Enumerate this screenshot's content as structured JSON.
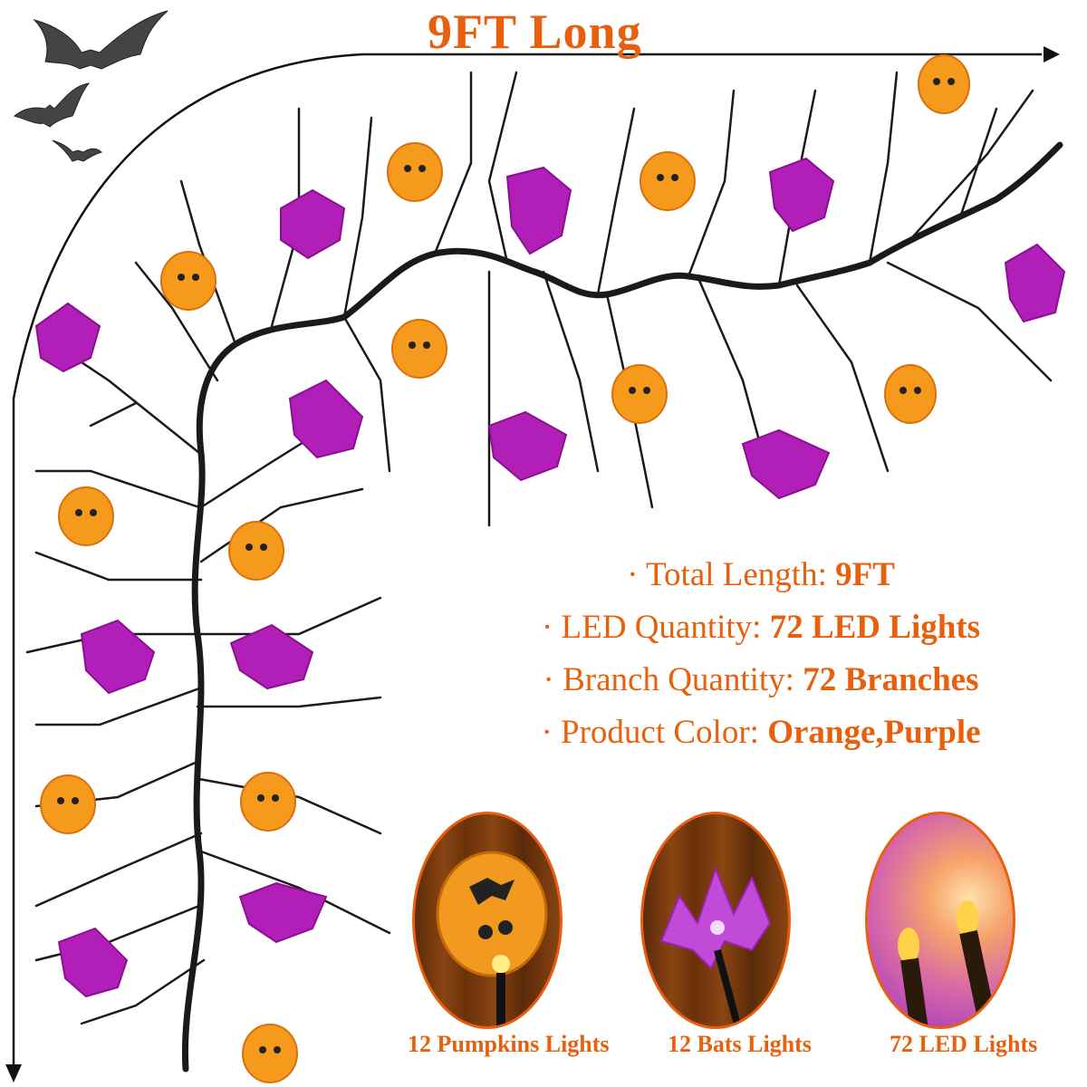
{
  "header": {
    "title": "9FT Long"
  },
  "specs": [
    {
      "bullet": "·",
      "label": "Total Length: ",
      "value": "9FT"
    },
    {
      "bullet": "·",
      "label": "LED Quantity: ",
      "value": "72 LED Lights"
    },
    {
      "bullet": "·",
      "label": "Branch Quantity: ",
      "value": "72 Branches"
    },
    {
      "bullet": "·",
      "label": "Product Color: ",
      "value": "Orange,Purple"
    }
  ],
  "features": [
    {
      "caption": "12 Pumpkins Lights",
      "icon": "pumpkin-light"
    },
    {
      "caption": "12 Bats Lights",
      "icon": "bat-light"
    },
    {
      "caption": "72 LED Lights",
      "icon": "led-bulbs"
    }
  ],
  "colors": {
    "accent": "#e8600e",
    "pumpkin": "#f59a1c",
    "bat": "#b21fb8",
    "branch": "#1a1a1a",
    "silhouette": "#444444"
  }
}
